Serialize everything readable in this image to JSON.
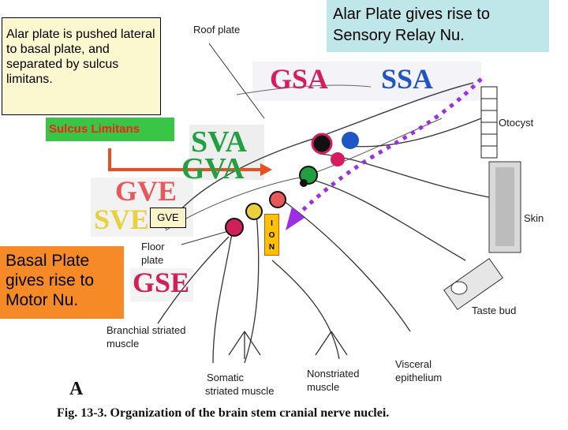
{
  "textboxes": {
    "alar_plate_pushed": "Alar plate is pushed lateral to basal plate, and separated by sulcus limitans.",
    "alar_plate_gives": "Alar Plate gives rise to Sensory Relay Nu.",
    "sulcus_limitans": "Sulcus Limitans",
    "basal_plate": "Basal Plate gives rise to Motor Nu.",
    "gve_small": "GVE",
    "ion": [
      "I",
      "O",
      "N"
    ]
  },
  "figure": {
    "big_labels": {
      "gsa": "GSA",
      "ssa": "SSA",
      "sva": "SVA",
      "gva": "GVA",
      "gve": "GVE",
      "sve": "SVE",
      "gse": "GSE"
    },
    "small_labels": {
      "roof_plate": "Roof plate",
      "otocyst": "Otocyst",
      "skin": "Skin",
      "taste_bud": "Taste bud",
      "floor_plate_1": "Floor",
      "floor_plate_2": "plate",
      "branchial_1": "Branchial striated",
      "branchial_2": "muscle",
      "somatic_1": "Somatic",
      "somatic_2": "striated muscle",
      "nonstriated_1": "Nonstriated",
      "nonstriated_2": "muscle",
      "visceral_1": "Visceral",
      "visceral_2": "epithelium"
    },
    "panel_letter": "A",
    "caption": "Fig. 13-3. Organization of the brain stem cranial nerve nuclei."
  },
  "colors": {
    "gsa": "#d81b60",
    "ssa": "#1e56c8",
    "sva": "#20a040",
    "gva": "#20a040",
    "gve": "#e8585a",
    "sve": "#e8d13a",
    "gse": "#d02058",
    "arrow": "#9d2ee6",
    "sulcus_arrow": "#e85020"
  }
}
